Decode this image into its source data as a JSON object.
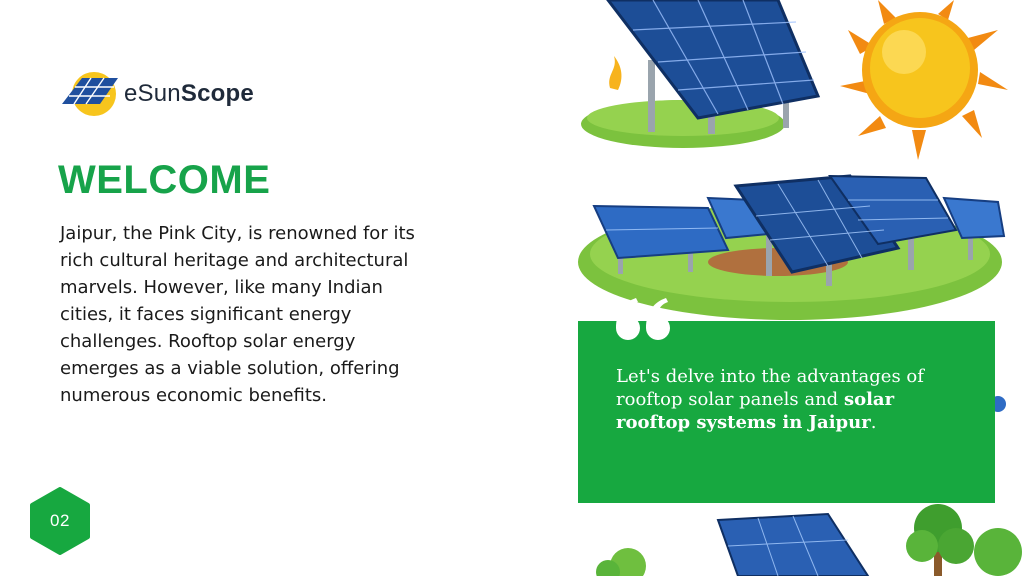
{
  "brand": {
    "name_part1": "eSun",
    "name_part2": "Scope",
    "logo_icon": "solar-panel-sun-logo"
  },
  "heading": "WELCOME",
  "intro_text": "Jaipur, the Pink City, is renowned for its rich cultural heritage and architectural marvels. However, like many Indian cities, it faces significant energy challenges. Rooftop solar energy emerges as a viable solution, offering numerous economic benefits.",
  "quote": {
    "icon": "quotation-marks-icon",
    "text_plain": "Let's delve into the advantages of rooftop solar panels and ",
    "text_bold": "solar rooftop systems in Jaipur",
    "text_end": "."
  },
  "page_number": "02",
  "colors": {
    "accent_green": "#17a34a",
    "quote_green": "#17a840",
    "sun_yellow": "#f7c51d",
    "sun_orange": "#f28a12",
    "panel_blue": "#1f4f9e",
    "grass_green": "#7cc23e"
  },
  "illustrations": [
    "solar-panels-with-sun",
    "solar-farm-on-grass",
    "solar-panel-with-trees"
  ]
}
